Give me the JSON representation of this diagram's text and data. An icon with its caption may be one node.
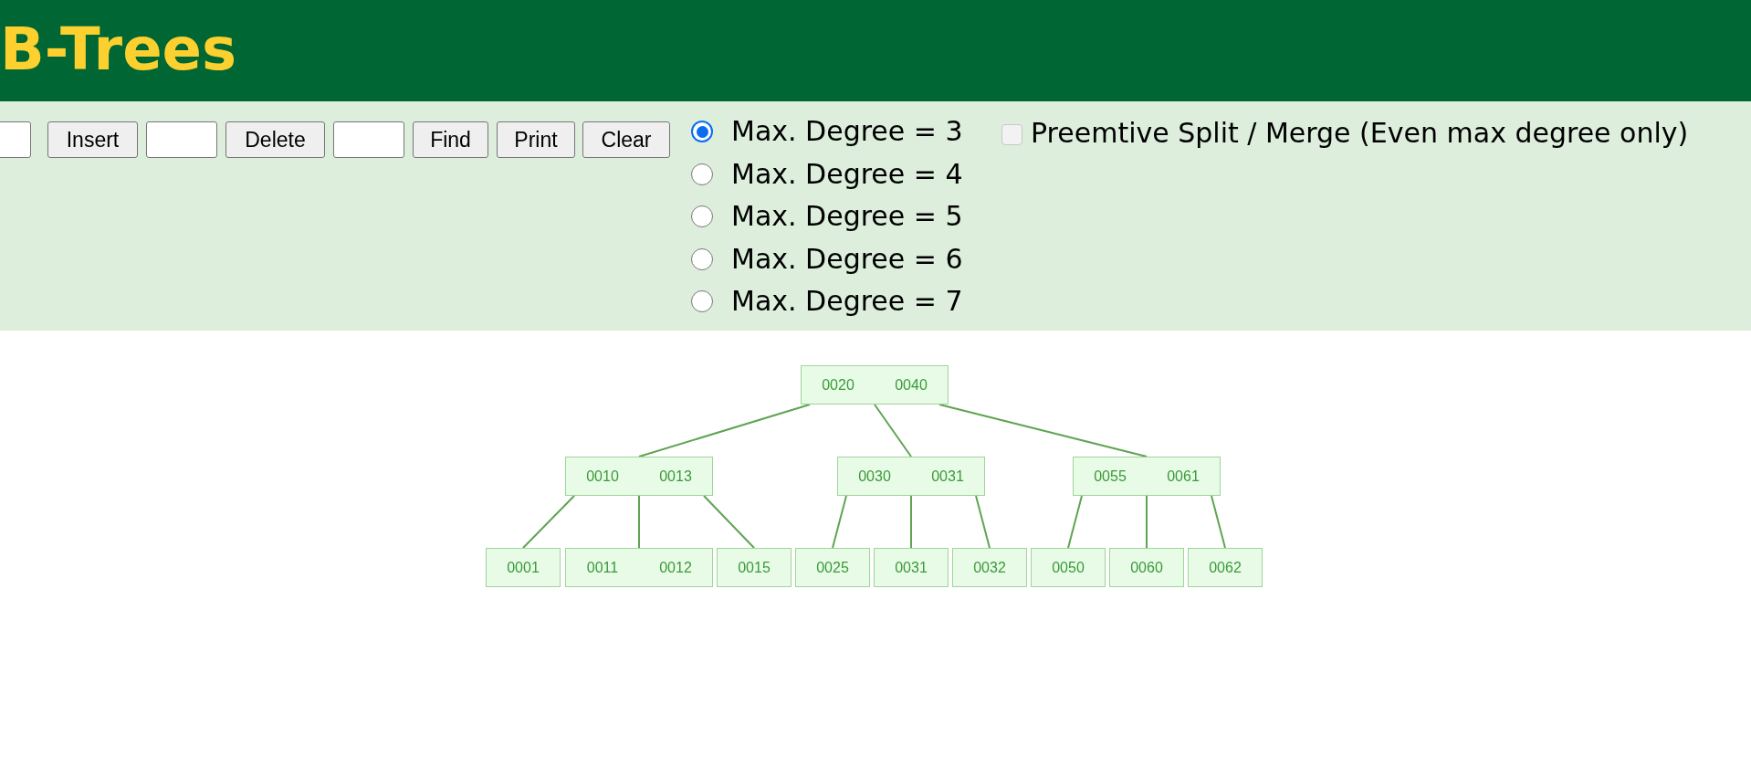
{
  "diagram": {
    "title": "B-Trees",
    "nodes": [
      {
        "text": [
          "0020",
          "0040"
        ]
      },
      {
        "text": [
          "0010",
          "0013"
        ]
      },
      {
        "text": [
          "0030",
          "0031"
        ]
      },
      {
        "text": [
          "0055",
          "0061"
        ]
      },
      {
        "text": [
          "0001"
        ]
      },
      {
        "text": [
          "0011",
          "0012"
        ]
      },
      {
        "text": [
          "0015"
        ]
      },
      {
        "text": [
          "0025"
        ]
      },
      {
        "text": [
          "0031"
        ]
      },
      {
        "text": [
          "0032"
        ]
      },
      {
        "text": [
          "0050"
        ]
      },
      {
        "text": [
          "0060"
        ]
      },
      {
        "text": [
          "0062"
        ]
      }
    ],
    "edges": [
      {
        "from": 0,
        "to": 1,
        "arrow": "none"
      },
      {
        "from": 0,
        "to": 2,
        "arrow": "none"
      },
      {
        "from": 0,
        "to": 3,
        "arrow": "none"
      },
      {
        "from": 1,
        "to": 4,
        "arrow": "none"
      },
      {
        "from": 1,
        "to": 5,
        "arrow": "none"
      },
      {
        "from": 1,
        "to": 6,
        "arrow": "none"
      },
      {
        "from": 2,
        "to": 7,
        "arrow": "none"
      },
      {
        "from": 2,
        "to": 8,
        "arrow": "none"
      },
      {
        "from": 2,
        "to": 9,
        "arrow": "none"
      },
      {
        "from": 3,
        "to": 10,
        "arrow": "none"
      },
      {
        "from": 3,
        "to": 11,
        "arrow": "none"
      },
      {
        "from": 3,
        "to": 12,
        "arrow": "none"
      }
    ],
    "labels": [
      "Insert",
      "Delete",
      "Find",
      "Print",
      "Clear",
      "Max. Degree = 3",
      "Max. Degree = 4",
      "Max. Degree = 5",
      "Max. Degree = 6",
      "Max. Degree = 7",
      "Preemtive Split / Merge (Even max degree only)"
    ]
  }
}
